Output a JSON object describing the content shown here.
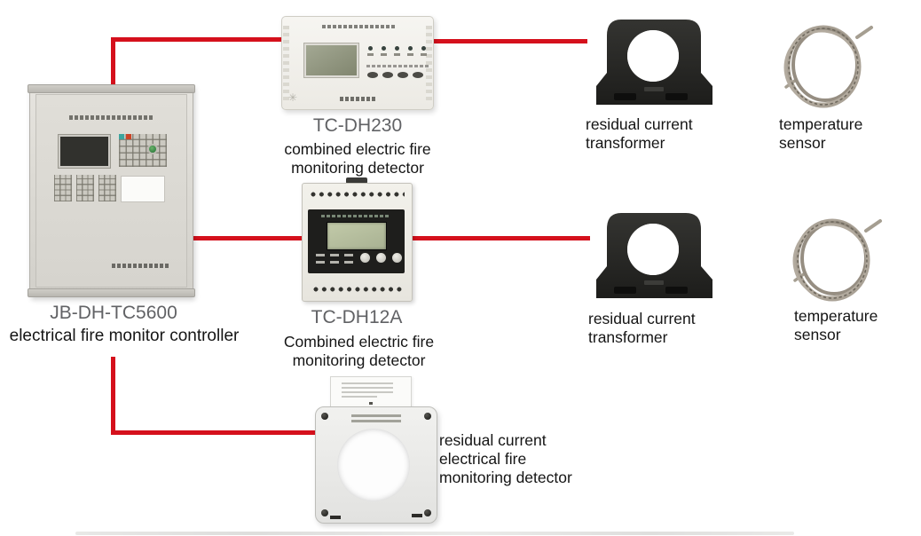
{
  "nodes": {
    "controller": {
      "model": "JB-DH-TC5600",
      "label": "electrical fire monitor controller"
    },
    "tc_dh230": {
      "model": "TC-DH230",
      "label1": "combined electric fire",
      "label2": "monitoring detector"
    },
    "tc_dh12a": {
      "model": "TC-DH12A",
      "label1": "Combined electric fire",
      "label2": "monitoring detector"
    },
    "residual_detector": {
      "label1": "residual current",
      "label2": "electrical fire",
      "label3": "monitoring detector"
    },
    "transformer_top": {
      "label1": "residual current",
      "label2": "transformer"
    },
    "transformer_mid": {
      "label1": "residual current",
      "label2": "transformer"
    },
    "temp_sensor_top": {
      "label1": "temperature",
      "label2": "sensor"
    },
    "temp_sensor_mid": {
      "label1": "temperature",
      "label2": "sensor"
    }
  },
  "colors": {
    "wire": "#d5101c",
    "model_text": "#616265",
    "label_text": "#151515"
  }
}
